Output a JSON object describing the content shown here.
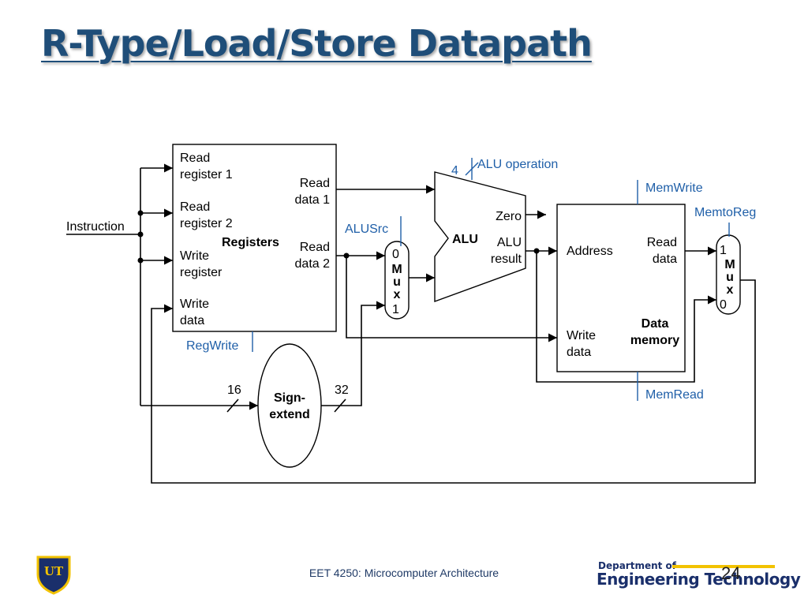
{
  "slide": {
    "title": "R-Type/Load/Store Datapath",
    "footer": "EET 4250: Microcomputer Architecture",
    "page_number": "24",
    "dept_line1": "Department of",
    "dept_line2": "Engineering Technology",
    "logo_text": "UT"
  },
  "colors": {
    "title": "#1f4e79",
    "control_signal": "#1f5fa8",
    "logo_gold": "#f2c200",
    "logo_navy": "#1a2f6b"
  },
  "diagram": {
    "instruction": "Instruction",
    "registers": {
      "read_reg1_a": "Read",
      "read_reg1_b": "register 1",
      "read_reg2_a": "Read",
      "read_reg2_b": "register 2",
      "write_reg_a": "Write",
      "write_reg_b": "register",
      "write_data_a": "Write",
      "write_data_b": "data",
      "title": "Registers",
      "read_data1_a": "Read",
      "read_data1_b": "data 1",
      "read_data2_a": "Read",
      "read_data2_b": "data 2"
    },
    "regwrite": "RegWrite",
    "alusrc": "ALUSrc",
    "mux1": {
      "in0": "0",
      "in1": "1",
      "m": "M",
      "u": "u",
      "x": "x"
    },
    "alu_op_width": "4",
    "alu_operation": "ALU operation",
    "alu": {
      "title": "ALU",
      "zero": "Zero",
      "result_a": "ALU",
      "result_b": "result"
    },
    "memwrite": "MemWrite",
    "memread": "MemRead",
    "memory": {
      "address": "Address",
      "read_data_a": "Read",
      "read_data_b": "data",
      "write_data_a": "Write",
      "write_data_b": "data",
      "title_a": "Data",
      "title_b": "memory"
    },
    "memtoreg": "MemtoReg",
    "mux2": {
      "in1": "1",
      "in0": "0",
      "m": "M",
      "u": "u",
      "x": "x"
    },
    "sign_extend": {
      "line1": "Sign-",
      "line2": "extend",
      "in_width": "16",
      "out_width": "32"
    }
  }
}
